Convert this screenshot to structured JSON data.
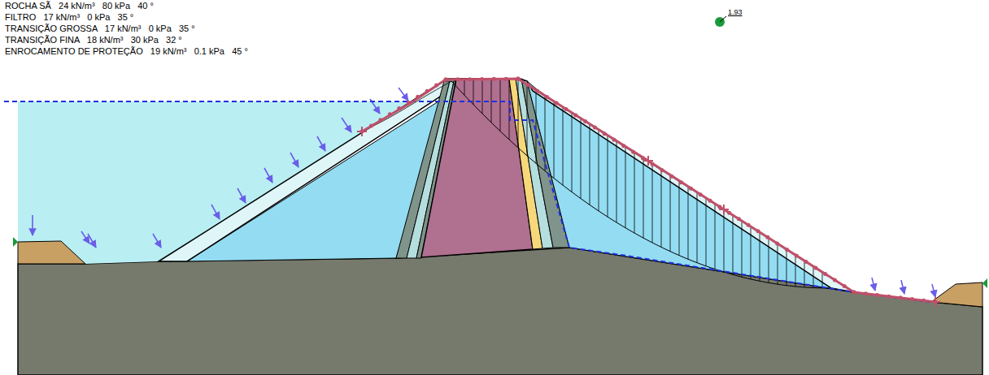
{
  "diagram": {
    "labels": [
      "ROCHA SÃ   24 kN/m³   80 kPa   40 °",
      "FILTRO   17 kN/m³   0 kPa   35 °",
      "TRANSIÇÃO GROSSA   17 kN/m³   0 kPa   35 °",
      "TRANSIÇÃO FINA   18 kN/m³   30 kPa   32 °",
      "ENROCAMENTO DE PROTEÇÃO   19 kN/m³   0.1 kPa   45 °",
      "1.93"
    ]
  }
}
